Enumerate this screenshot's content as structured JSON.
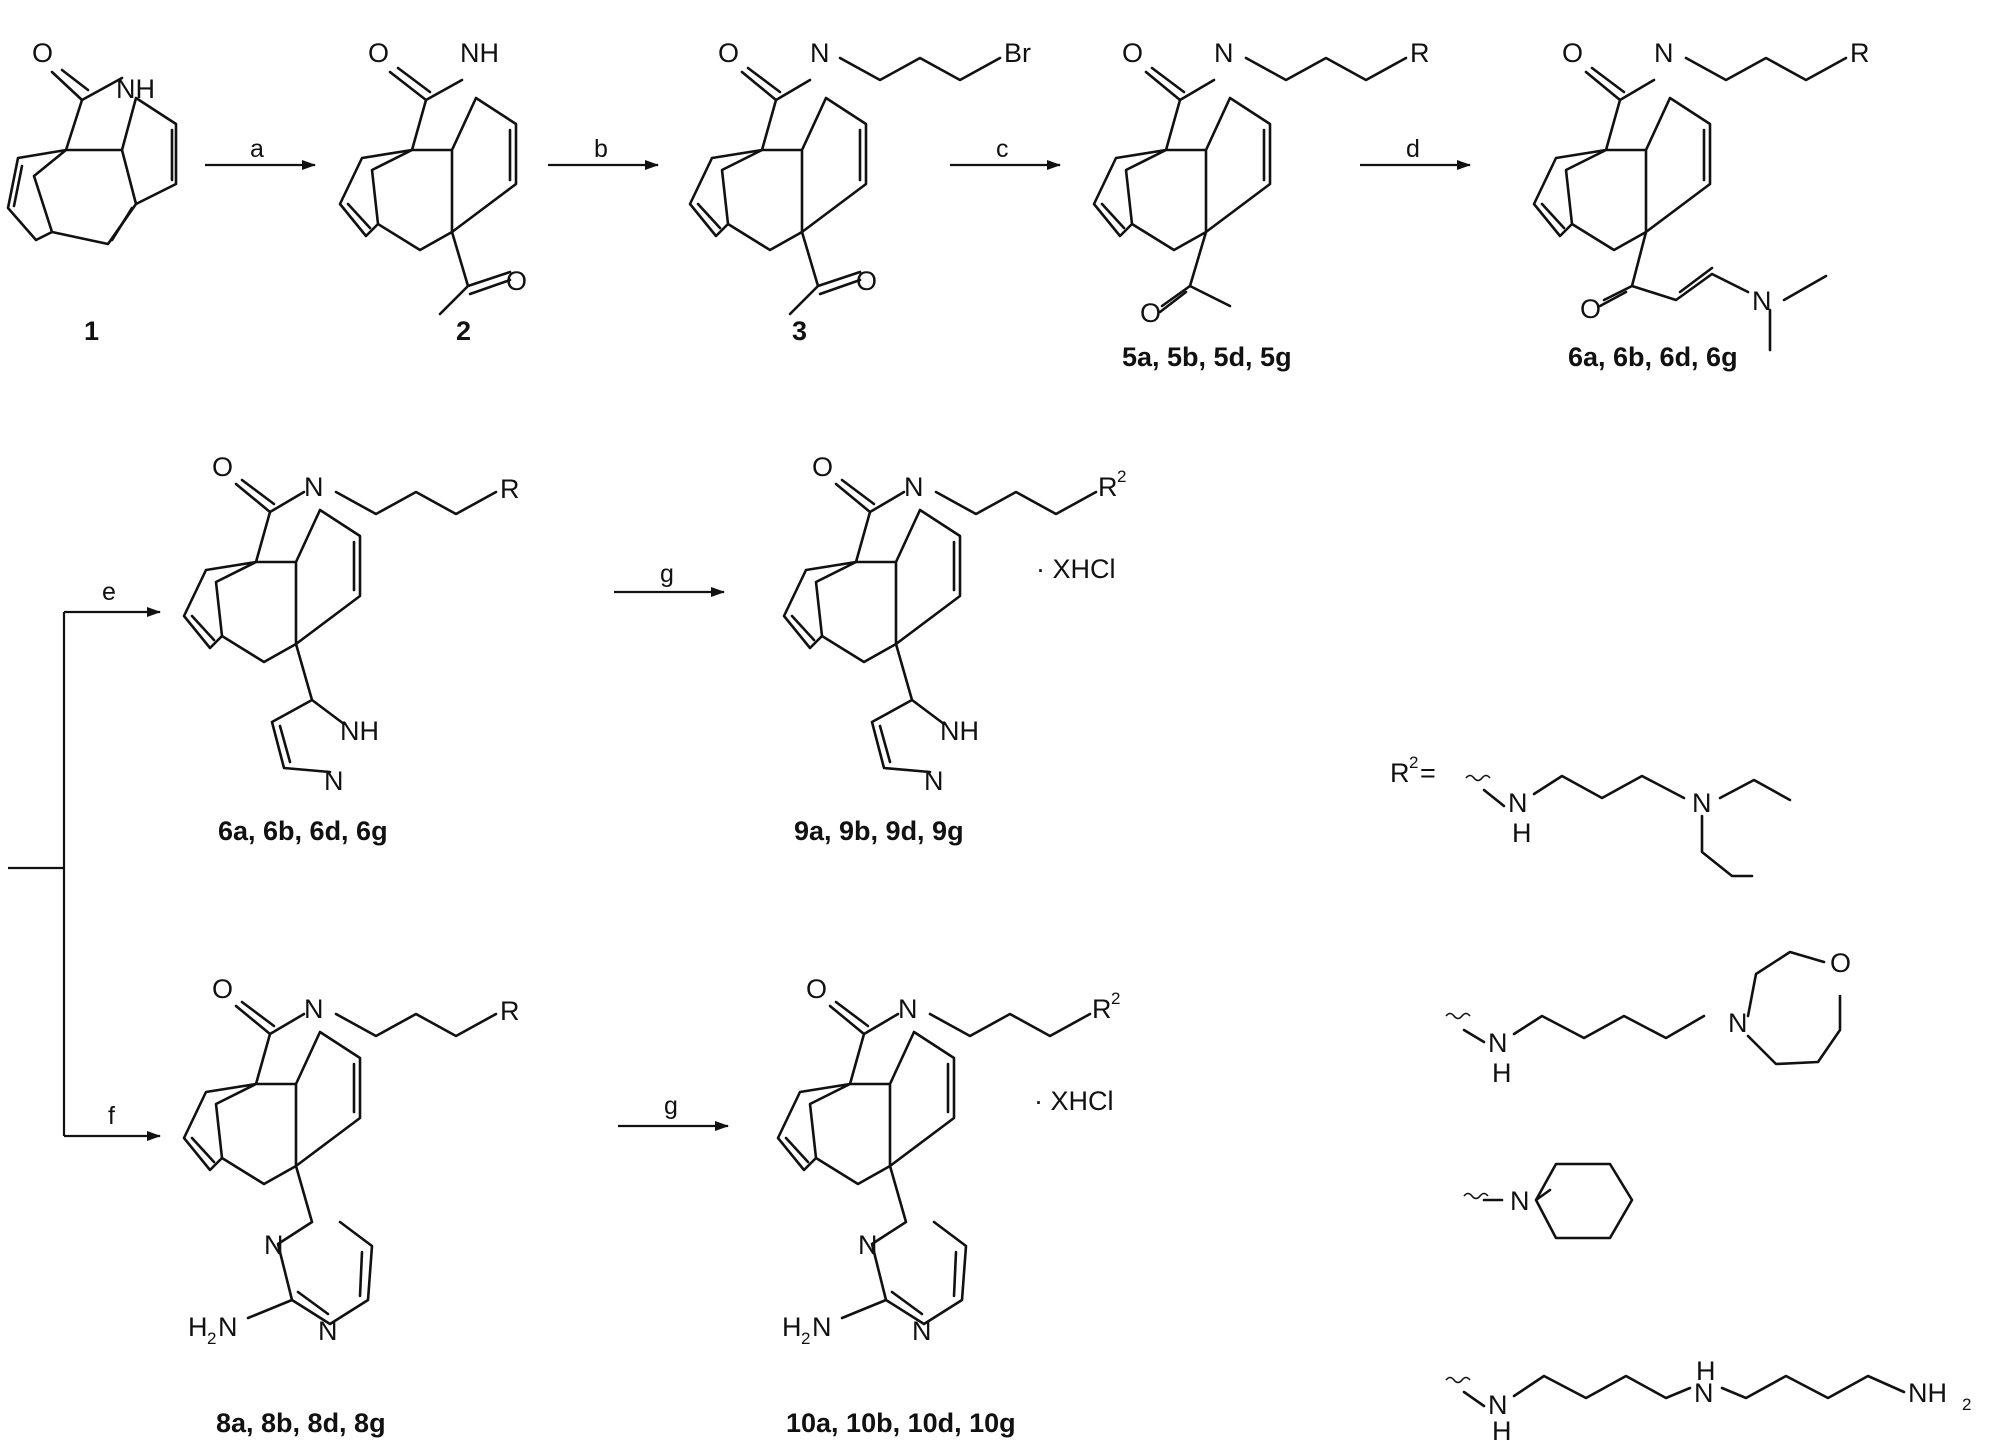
{
  "compound_labels": {
    "c1": "1",
    "c2": "2",
    "c3": "3",
    "c5": "5a, 5b, 5d, 5g",
    "c6": "6a, 6b, 6d, 6g",
    "c6b": "6a, 6b, 6d, 6g",
    "c9": "9a, 9b, 9d, 9g",
    "c8": "8a, 8b, 8d, 8g",
    "c10": "10a, 10b, 10d, 10g"
  },
  "reagent_labels": {
    "a": "a",
    "b": "b",
    "c": "c",
    "d": "d",
    "e": "e",
    "f": "f",
    "g1": "g",
    "g2": "g"
  },
  "atoms": {
    "O": "O",
    "NH": "NH",
    "N": "N",
    "Br": "Br",
    "R": "R",
    "H": "H",
    "H2": "2",
    "R2": "R",
    "R2_sup": "2",
    "R2_eq": "=",
    "XHCl": "· XHCl",
    "NH2_sub": "2",
    "H2N": "H"
  }
}
